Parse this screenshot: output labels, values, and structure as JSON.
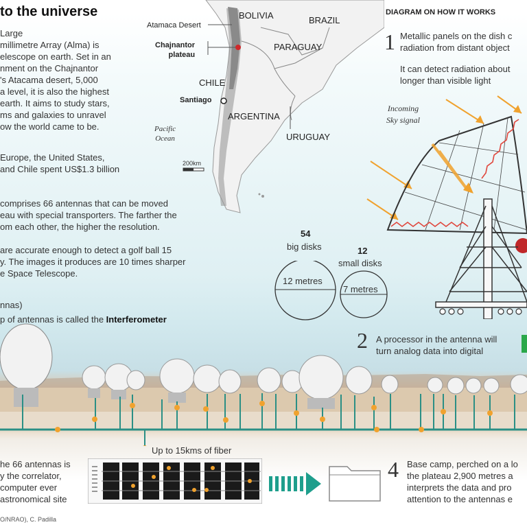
{
  "colors": {
    "sky": "#dff0f3",
    "fiber": "#2a8f85",
    "node": "#f0a22e",
    "laser": "#f0a22e",
    "wave": "#e0463c",
    "receiver": "#c0282a",
    "map_land": "#f2f2f2",
    "map_highlight": "#888888",
    "arrow_teal": "#1e9e8c",
    "correlator_dark": "#1a1a1a"
  },
  "left": {
    "title": "to the universe",
    "intro": "Large\nmillimetre Array (Alma) is\nelescope on earth. Set in an\nnment on the Chajnantor\n's Atacama desert, 5,000\na level, it is also the highest\nearth. It aims to study stars,\nms and galaxies to unravel\now the world came to be.",
    "funding": "Europe, the United States,\nand Chile spent US$1.3 billion",
    "comprises": "comprises 66 antennas that can be moved\neau with special transporters. The farther the\nom each other, the higher the resolution.",
    "accuracy": "are accurate enough to detect a golf ball 15\ny. The images it produces are 10 times sharper\ne Space Telescope.",
    "nnas": "nnas)",
    "interferometer_prefix": "p of antennas is called the ",
    "interferometer_bold": "Interferometer",
    "correlator": "he 66 antennas is\ny the correlator,\ncomputer ever\nastronomical site",
    "credit": "O/NRAO), C. Padilla"
  },
  "map": {
    "bolivia": "BOLIVIA",
    "brazil": "BRAZIL",
    "paraguay": "PARAGUAY",
    "chile": "CHILE",
    "argentina": "ARGENTINA",
    "uruguay": "URUGUAY",
    "atacama": "Atamaca Desert",
    "chajnantor": "Chajnantor\nplateau",
    "santiago": "Santiago",
    "pacific": "Pacific\nOcean",
    "scale": "200km"
  },
  "disks": {
    "big_count": "54",
    "big_label": "big disks",
    "big_size": "12 metres",
    "small_count": "12",
    "small_label": "small disks",
    "small_size": "7 metres"
  },
  "diagram": {
    "heading": "DIAGRAM ON HOW IT WORKS",
    "step1_num": "1",
    "step1_text": "Metallic panels on the dish c\nradiation from distant object",
    "step1_sub": "It can detect radiation about\nlonger than visible light",
    "incoming": "Incoming\nSky signal",
    "step2_num": "2",
    "step2_text": "A processor in the antenna will\nturn analog data into digital",
    "fiber": "Up to 15kms of fiber",
    "step4_num": "4",
    "step4_text": "Base camp, perched on a lo\nthe plateau 2,900 metres a\ninterprets the data and pro\nattention to the antennas e"
  }
}
